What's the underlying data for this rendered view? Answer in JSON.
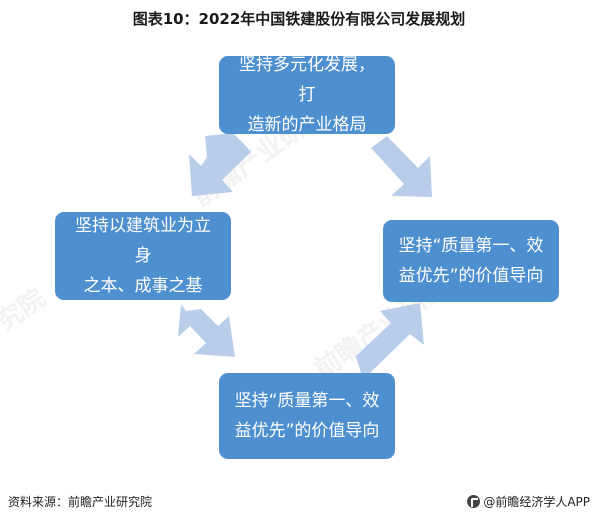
{
  "title": "图表10：2022年中国铁建股份有限公司发展规划",
  "nodes": {
    "top": {
      "line1": "坚持多元化发展，打",
      "line2": "造新的产业格局"
    },
    "left": {
      "line1": "坚持以建筑业为立身",
      "line2": "之本、成事之基"
    },
    "right": {
      "line1": "坚持“质量第一、效",
      "line2": "益优先”的价值导向"
    },
    "bottom": {
      "line1": "坚持“质量第一、效",
      "line2": "益优先”的价值导向"
    }
  },
  "footer": {
    "source": "资料来源：前瞻产业研究院",
    "brand": "@前瞻经济学人APP"
  },
  "watermarks": {
    "top": "前瞻产业研究院",
    "mid": "前瞻产业研究院",
    "left": "究院"
  },
  "colors": {
    "box": "#4e8fd0",
    "arrow": "#b8cdea"
  }
}
